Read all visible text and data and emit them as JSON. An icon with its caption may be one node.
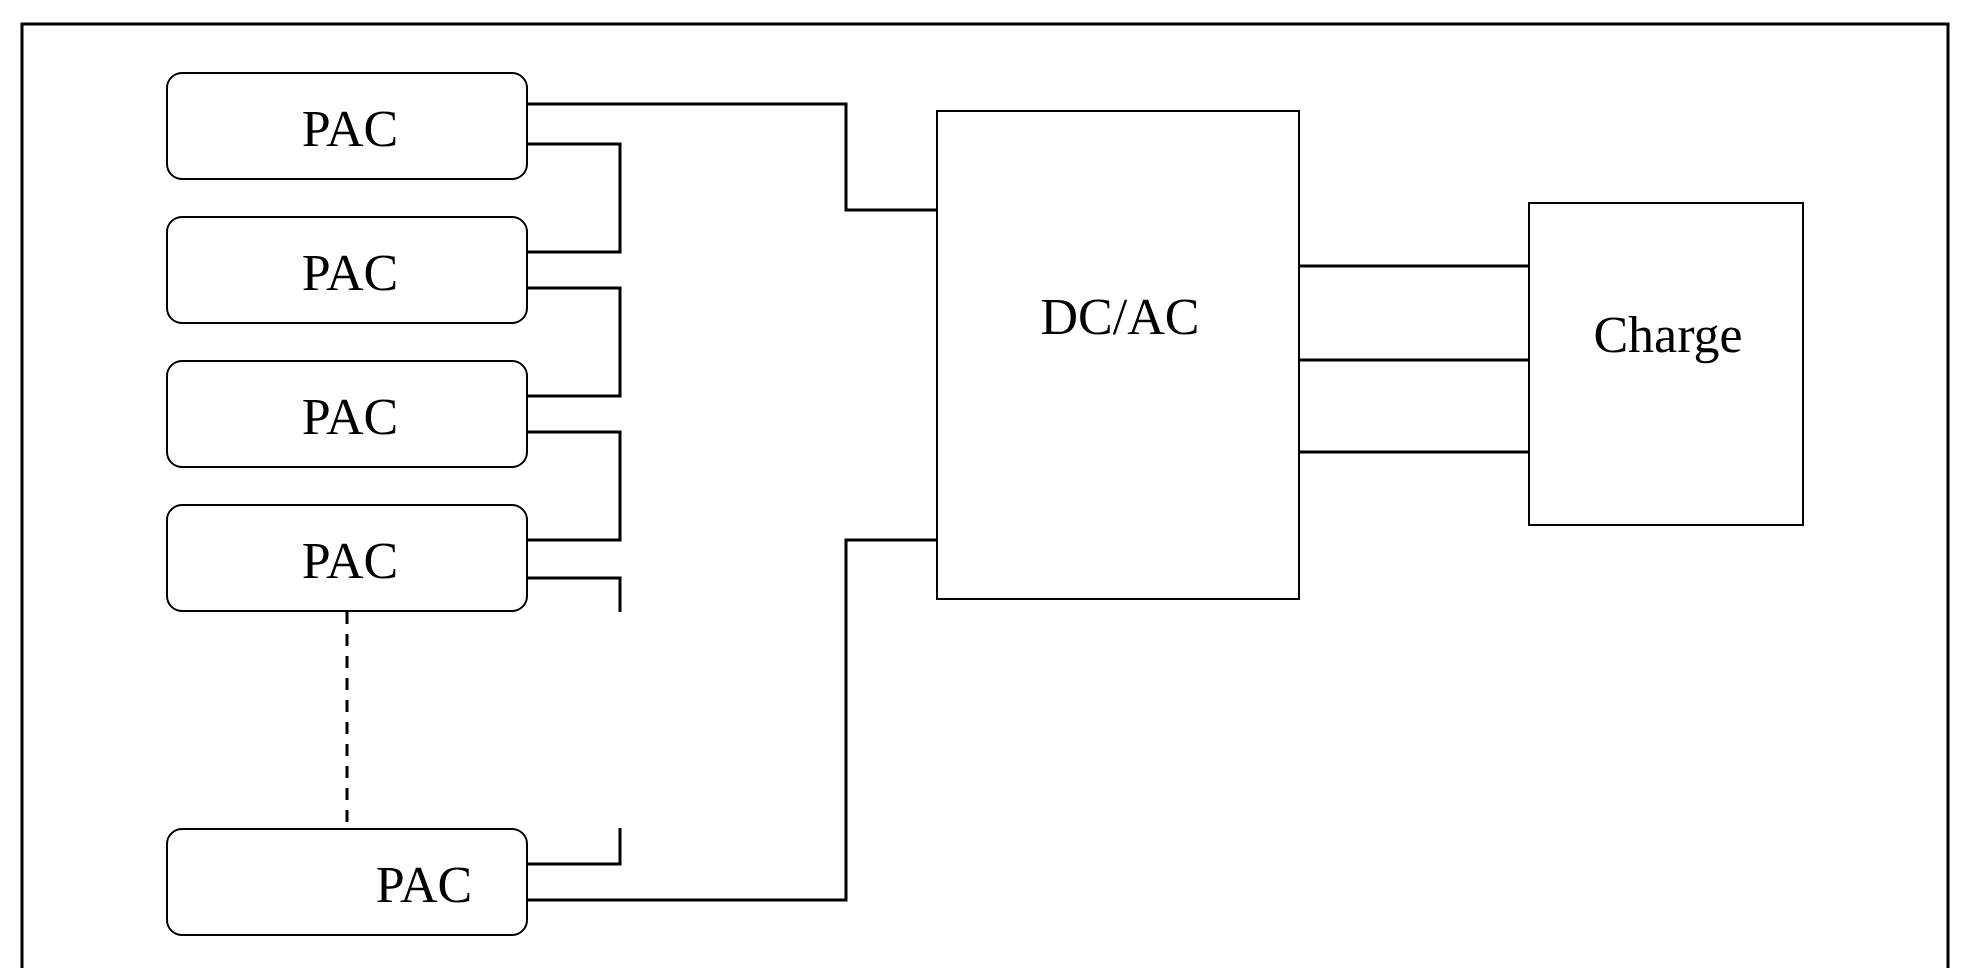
{
  "diagram": {
    "nodes": [
      {
        "text": [
          "PAC"
        ]
      },
      {
        "text": [
          "PAC"
        ]
      },
      {
        "text": [
          "PAC"
        ]
      },
      {
        "text": [
          "PAC"
        ]
      },
      {
        "text": [
          "PAC"
        ]
      },
      {
        "text": [
          "DC/AC"
        ]
      },
      {
        "text": [
          "Charge"
        ]
      }
    ],
    "edges": [
      {
        "from": 0,
        "to": 5,
        "arrow": "none"
      },
      {
        "from": 0,
        "to": 1,
        "arrow": "none"
      },
      {
        "from": 1,
        "to": 2,
        "arrow": "none"
      },
      {
        "from": 2,
        "to": 3,
        "arrow": "none"
      },
      {
        "from": 3,
        "to": null,
        "arrow": "none"
      },
      {
        "from": 3,
        "to": 4,
        "arrow": "none",
        "style": "dashed"
      },
      {
        "from": null,
        "to": 4,
        "arrow": "none"
      },
      {
        "from": 4,
        "to": 5,
        "arrow": "none"
      },
      {
        "from": 5,
        "to": 6,
        "arrow": "none"
      },
      {
        "from": 5,
        "to": 6,
        "arrow": "none"
      },
      {
        "from": 5,
        "to": 6,
        "arrow": "none"
      }
    ]
  }
}
